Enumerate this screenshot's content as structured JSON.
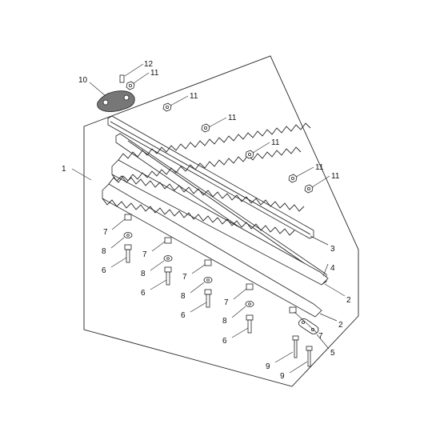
{
  "callouts": {
    "c1": "1",
    "c2a": "2",
    "c2b": "2",
    "c3": "3",
    "c4": "4",
    "c5": "5",
    "c6a": "6",
    "c6b": "6",
    "c6c": "6",
    "c6d": "6",
    "c7a": "7",
    "c7b": "7",
    "c7c": "7",
    "c7d": "7",
    "c7e": "7",
    "c8a": "8",
    "c8b": "8",
    "c8c": "8",
    "c8d": "8",
    "c9a": "9",
    "c9b": "9",
    "c10": "10",
    "c11a": "11",
    "c11b": "11",
    "c11c": "11",
    "c11d": "11",
    "c11e": "11",
    "c11f": "11",
    "c12": "12"
  },
  "colors": {
    "line": "#222222",
    "fill_dark": "#777777",
    "background": "#ffffff"
  }
}
